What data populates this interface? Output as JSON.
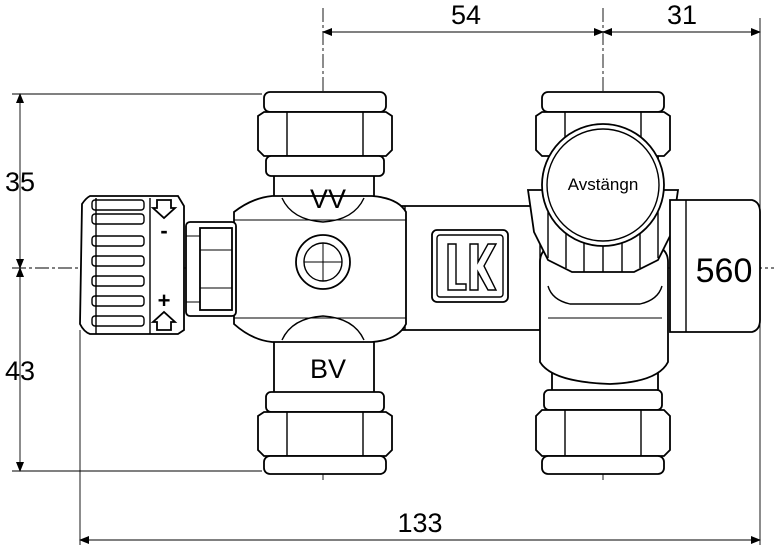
{
  "dimensions": {
    "top_left": "54",
    "top_right": "31",
    "left_upper": "35",
    "left_lower": "43",
    "bottom": "133"
  },
  "labels": {
    "upper_port": "VV",
    "lower_port": "BV",
    "shutoff": "Avstängn",
    "knob_number": "560",
    "minus": "-",
    "plus": "+"
  },
  "logo_text": "LK"
}
